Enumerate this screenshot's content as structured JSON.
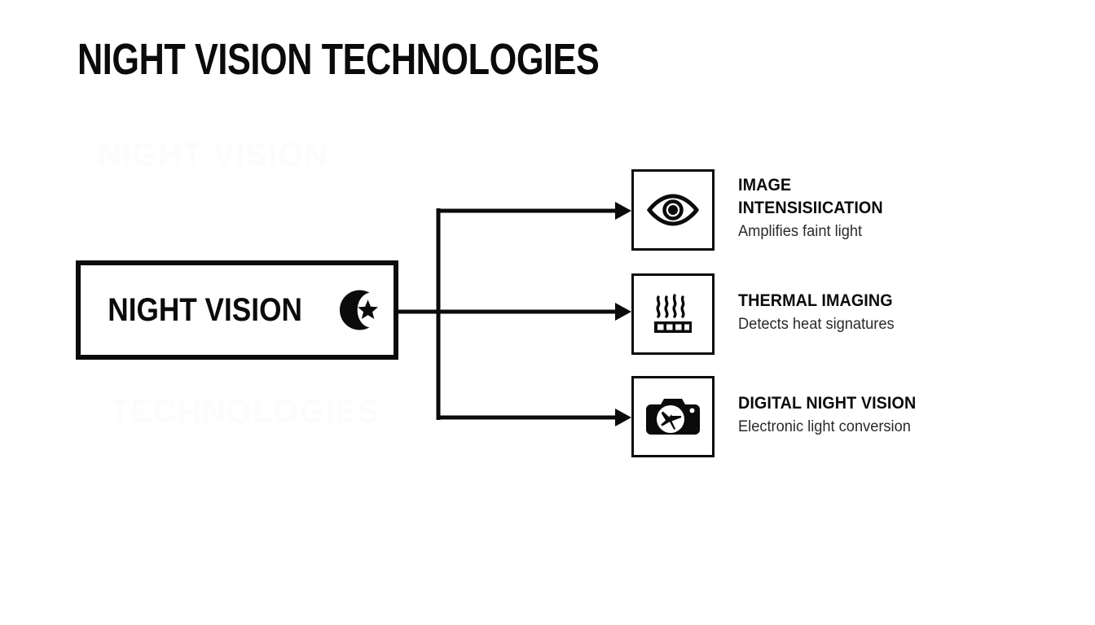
{
  "page": {
    "title": "NIGHT VISION TECHNOLOGIES",
    "background_color": "#ffffff",
    "ink_color": "#0b0b0b"
  },
  "main_node": {
    "label": "NIGHT VISION",
    "icon": "crescent-moon-star-icon"
  },
  "watermark": {
    "top": "NIGHT VISION",
    "bottom": "TECHNOLOGIES"
  },
  "branches": [
    {
      "icon": "eye-icon",
      "title": "IMAGE INTENSISIICATION",
      "title_line1": "IMAGE",
      "title_line2": "INTENSISIICATION",
      "description": "Amplifies faint light"
    },
    {
      "icon": "heat-waves-icon",
      "title": "THERMAL IMAGING",
      "title_line1": "THERMAL IMAGING",
      "title_line2": "",
      "description": "Detects heat signatures"
    },
    {
      "icon": "camera-aperture-icon",
      "title": "DIGITAL NIGHT VISION",
      "title_line1": "DIGITAL NIGHT VISION",
      "title_line2": "",
      "description": "Electronic light conversion"
    }
  ]
}
